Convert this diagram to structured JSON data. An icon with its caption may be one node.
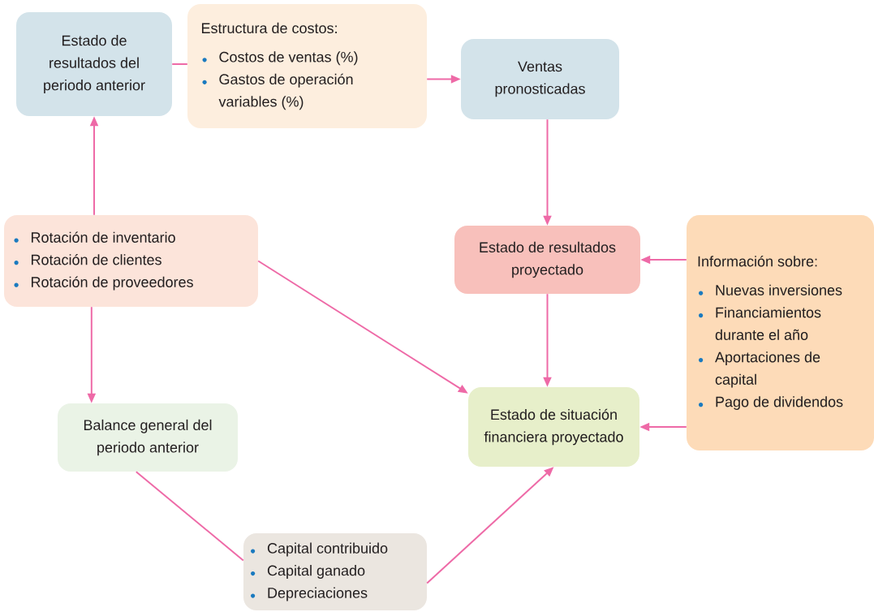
{
  "diagram": {
    "nodes": [
      {
        "text": [
          "Estado de resultados del periodo anterior"
        ]
      },
      {
        "text": [
          "Estructura de costos:",
          "Costos de ventas (%)",
          "Gastos de operación variables (%)"
        ]
      },
      {
        "text": [
          "Ventas pronosticadas"
        ]
      },
      {
        "text": [
          "Rotación de inventario",
          "Rotación de clientes",
          "Rotación de proveedores"
        ]
      },
      {
        "text": [
          "Estado de resultados proyectado"
        ]
      },
      {
        "text": [
          "Información sobre:",
          "Nuevas inversiones",
          "Financiamientos durante el año",
          "Aportaciones de capital",
          "Pago de dividendos"
        ]
      },
      {
        "text": [
          "Balance general del periodo anterior"
        ]
      },
      {
        "text": [
          "Estado de situación financiera proyectado"
        ]
      },
      {
        "text": [
          "Capital contribuido",
          "Capital ganado",
          "Depreciaciones"
        ]
      }
    ],
    "edges": [
      {
        "from": 0,
        "to": 1,
        "arrow": "none"
      },
      {
        "from": 1,
        "to": 2,
        "arrow": "to"
      },
      {
        "from": 3,
        "to": 0,
        "arrow": "to"
      },
      {
        "from": 2,
        "to": 4,
        "arrow": "to"
      },
      {
        "from": 5,
        "to": 4,
        "arrow": "to"
      },
      {
        "from": 3,
        "to": 6,
        "arrow": "to"
      },
      {
        "from": 3,
        "to": 7,
        "arrow": "to"
      },
      {
        "from": 4,
        "to": 7,
        "arrow": "to"
      },
      {
        "from": 5,
        "to": 7,
        "arrow": "to"
      },
      {
        "from": 6,
        "to": 8,
        "arrow": "none"
      },
      {
        "from": 8,
        "to": 7,
        "arrow": "to"
      }
    ]
  }
}
